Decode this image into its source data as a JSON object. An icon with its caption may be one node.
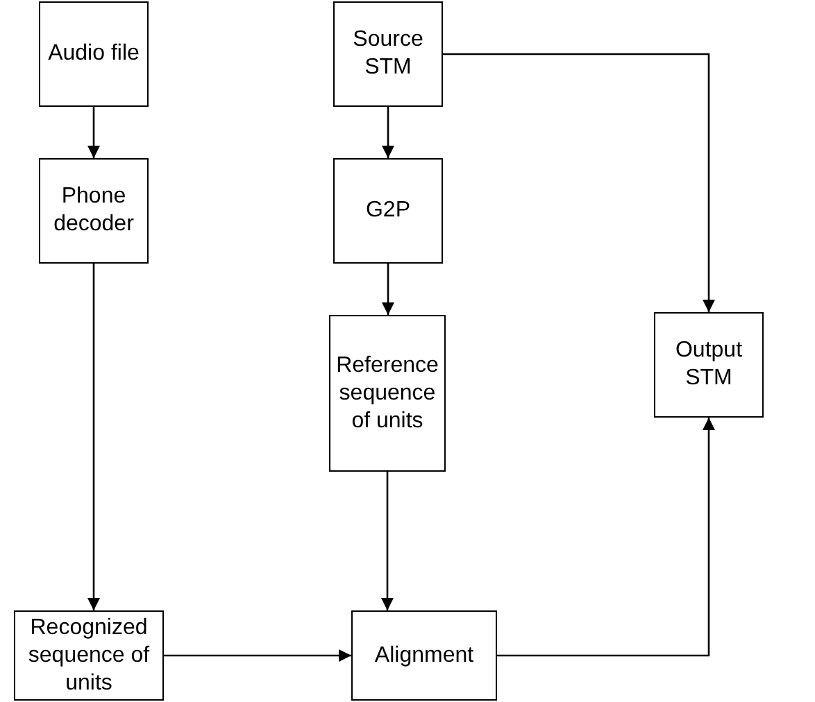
{
  "diagram": {
    "nodes": [
      {
        "text": [
          "Audio file"
        ]
      },
      {
        "text": [
          "Source STM"
        ]
      },
      {
        "text": [
          "Phone decoder"
        ]
      },
      {
        "text": [
          "G2P"
        ]
      },
      {
        "text": [
          "Output STM"
        ]
      },
      {
        "text": [
          "Reference sequence of units"
        ]
      },
      {
        "text": [
          "Recognized sequence of units"
        ]
      },
      {
        "text": [
          "Alignment"
        ]
      }
    ],
    "edges": [
      {
        "from": 0,
        "to": 2,
        "arrow": "to"
      },
      {
        "from": 1,
        "to": 3,
        "arrow": "to"
      },
      {
        "from": 1,
        "to": 4,
        "arrow": "to"
      },
      {
        "from": 2,
        "to": 6,
        "arrow": "to"
      },
      {
        "from": 3,
        "to": 5,
        "arrow": "to"
      },
      {
        "from": 5,
        "to": 7,
        "arrow": "to"
      },
      {
        "from": 6,
        "to": 7,
        "arrow": "to"
      },
      {
        "from": 7,
        "to": 4,
        "arrow": "to"
      }
    ]
  }
}
